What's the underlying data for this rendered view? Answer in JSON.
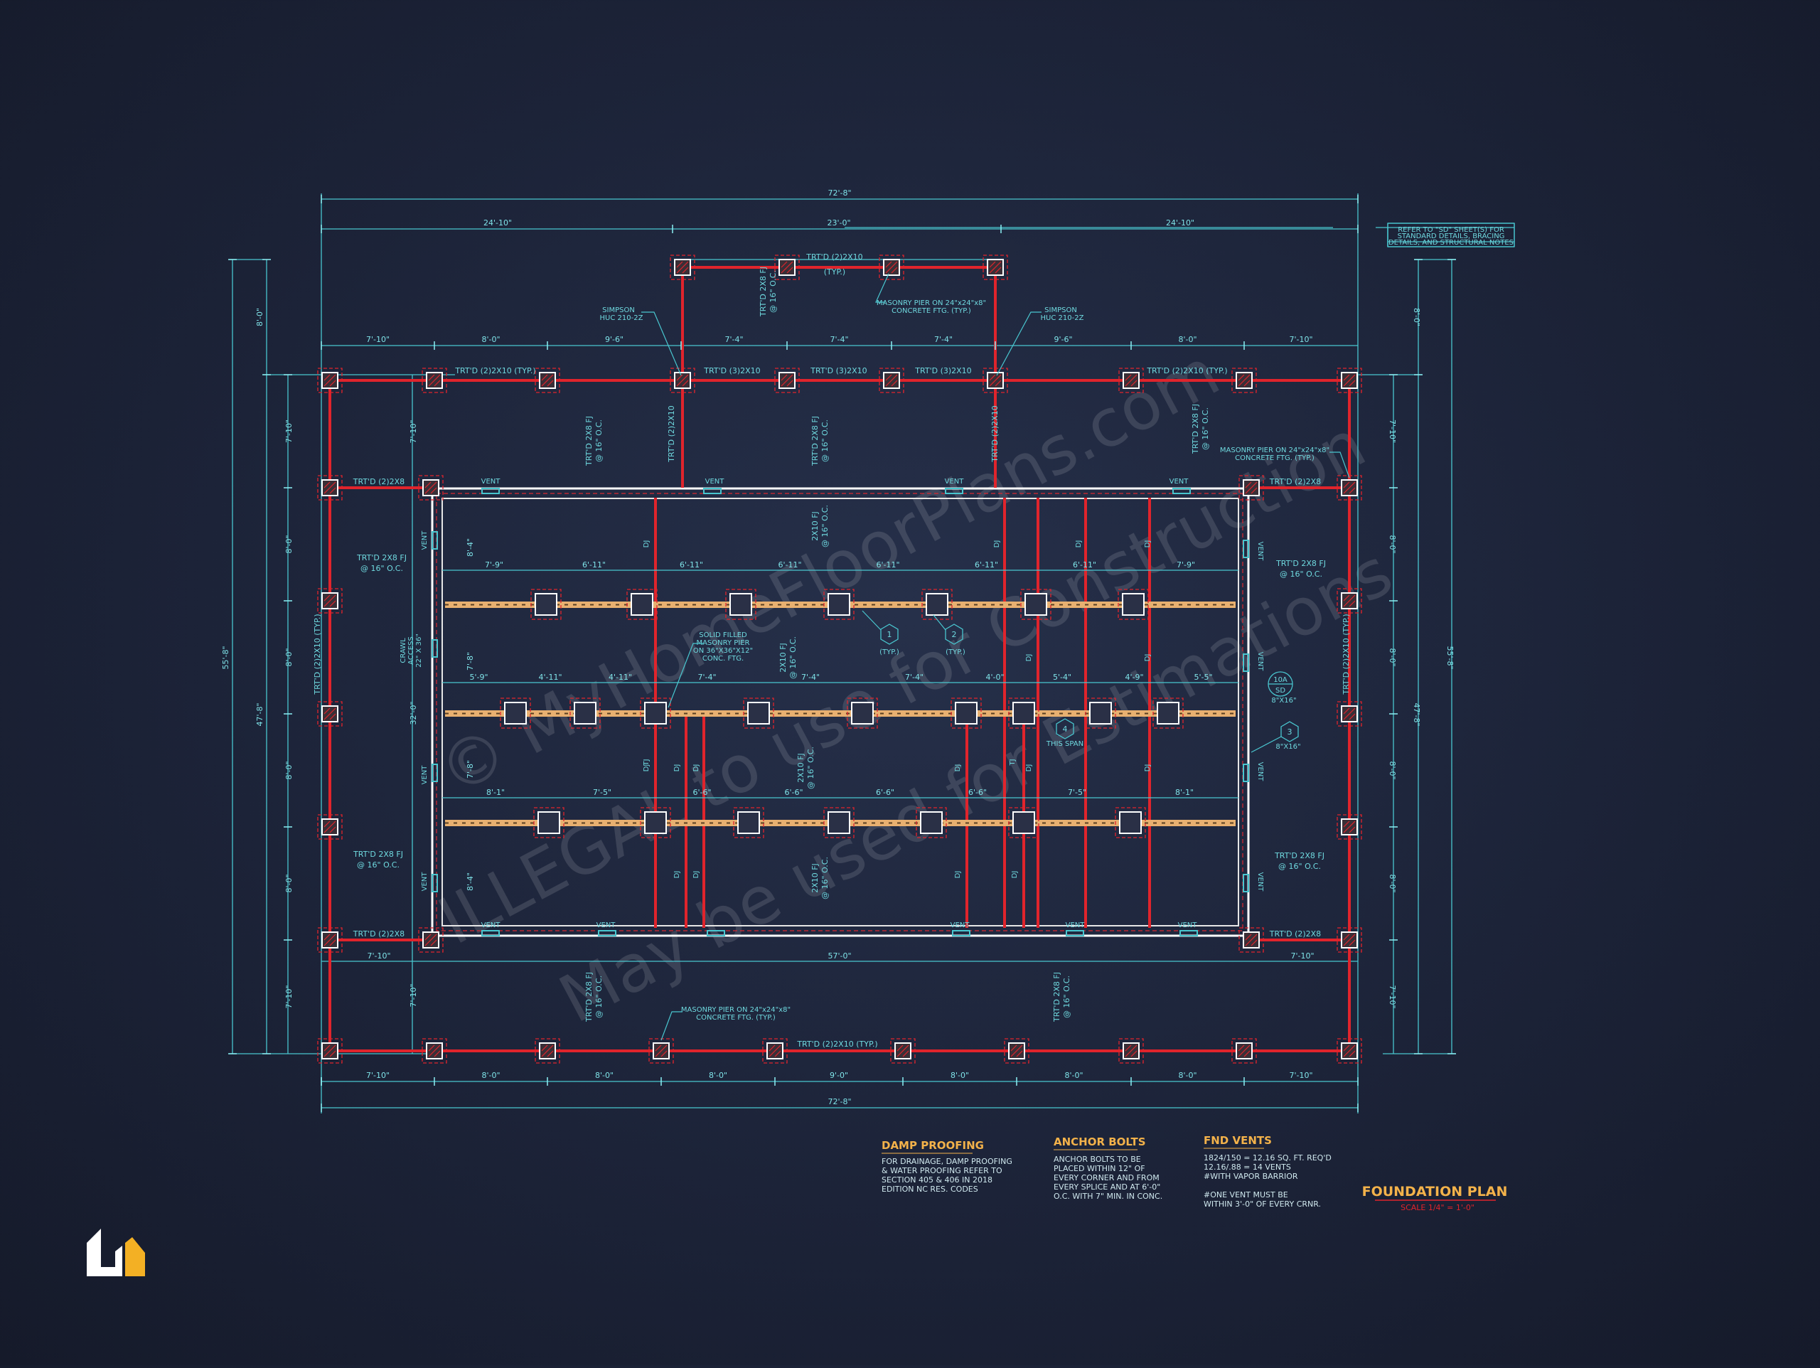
{
  "colors": {
    "background": "#1c2338",
    "dimension": "#49c6cf",
    "beam": "#e0242c",
    "girder": "#e8b070",
    "wall": "#ffffff",
    "note_heading": "#f3b24a",
    "scale_text": "#e0242c",
    "logo_left": "#ffffff",
    "logo_right": "#f3b024"
  },
  "title_block": {
    "title": "FOUNDATION PLAN",
    "scale": "SCALE 1/4\" = 1'-0\""
  },
  "sheet_ref_note": [
    "REFER TO \"SD\" SHEET(S) FOR",
    "STANDARD DETAILS, BRACING",
    "DETAILS, AND STRUCTURAL NOTES"
  ],
  "watermark": {
    "line1": "© MyHomeFloorPlans.com",
    "line2": "ILLEGAL to use for Construction",
    "line3": "May be used for Estimations"
  },
  "notes": [
    {
      "heading": "DAMP PROOFING",
      "lines": [
        "FOR DRAINAGE, DAMP PROOFING",
        "& WATER PROOFING REFER TO",
        "SECTION 405 & 406 IN 2018",
        "EDITION NC RES. CODES"
      ]
    },
    {
      "heading": "ANCHOR BOLTS",
      "lines": [
        "ANCHOR BOLTS TO BE",
        "PLACED WITHIN 12\" OF",
        "EVERY CORNER AND FROM",
        "EVERY SPLICE AND AT 6'-0\"",
        "O.C. WITH 7\" MIN. IN CONC."
      ]
    },
    {
      "heading": "FND VENTS",
      "lines": [
        "1824/150 = 12.16 SQ. FT. REQ'D",
        "12.16/.88 = 14 VENTS",
        "#WITH VAPOR BARRIOR",
        "",
        "#ONE VENT MUST BE",
        "WITHIN 3'-0\" OF EVERY CRNR."
      ]
    }
  ],
  "dims": {
    "overall_top": "72'-8\"",
    "top_segments": [
      "24'-10\"",
      "23'-0\"",
      "24'-10\""
    ],
    "row_top": [
      "7'-10\"",
      "8'-0\"",
      "9'-6\"",
      "7'-4\"",
      "7'-4\"",
      "7'-4\"",
      "9'-6\"",
      "8'-0\"",
      "7'-10\""
    ],
    "row_bottom": [
      "7'-10\"",
      "8'-0\"",
      "8'-0\"",
      "8'-0\"",
      "9'-0\"",
      "8'-0\"",
      "8'-0\"",
      "8'-0\"",
      "7'-10\""
    ],
    "overall_bottom": "72'-8\"",
    "left_overall": "55'-8\"",
    "left_sub_a": "8'-0\"",
    "left_sub_b": "47'-8\"",
    "left_segments": [
      "7'-10\"",
      "8'-0\"",
      "8'-0\"",
      "8'-0\"",
      "8'-0\"",
      "7'-10\""
    ],
    "right_overall": "55'-8\"",
    "right_sub_a": "8'-0\"",
    "right_sub_b": "47'-8\"",
    "right_segments": [
      "7'-10\"",
      "8'-0\"",
      "8'-0\"",
      "8'-0\"",
      "8'-0\"",
      "7'-10\""
    ],
    "crawl_side": [
      "7'-10\"",
      "32'-0\"",
      "7'-10\""
    ],
    "crawl_inner": [
      "8'-4\"",
      "7'-8\"",
      "7'-8\"",
      "8'-4\""
    ],
    "bottom_crawl": [
      "7'-10\"",
      "57'-0\"",
      "7'-10\""
    ],
    "girder1": [
      "7'-9\"",
      "6'-11\"",
      "6'-11\"",
      "6'-11\"",
      "6'-11\"",
      "6'-11\"",
      "6'-11\"",
      "7'-9\""
    ],
    "girder2": [
      "5'-9\"",
      "4'-11\"",
      "4'-11\"",
      "7'-4\"",
      "7'-4\"",
      "7'-4\"",
      "4'-0\"",
      "5'-4\"",
      "4'-9\"",
      "5'-5\""
    ],
    "girder3": [
      "8'-1\"",
      "7'-5\"",
      "6'-6\"",
      "6'-6\"",
      "6'-6\"",
      "6'-6\"",
      "7'-5\"",
      "8'-1\""
    ]
  },
  "labels": {
    "trtd_2_2x10": "TRT'D (2)2X10",
    "typ": "(TYP.)",
    "trtd_2_2x10_typ": "TRT'D (2)2X10 (TYP.)",
    "trtd_3_2x10": "TRT'D (3)2X10",
    "trtd_2_2x8": "TRT'D (2)2X8",
    "trtd_2x8_fj": "TRT'D 2X8 FJ",
    "at_16oc": "@ 16\" O.C.",
    "fj_2x10": "2X10 FJ",
    "simpson": "SIMPSON",
    "huc": "HUC 210-2Z",
    "masonry_pier": "MASONRY PIER ON 24\"x24\"x8\"",
    "concrete_ftg": "CONCRETE FTG. (TYP.)",
    "solid_filled": [
      "SOLID FILLED",
      "MASONRY PIER",
      "ON 36\"X36\"X12\"",
      "CONC. FTG."
    ],
    "vent": "VENT",
    "dj": "DJ",
    "tj": "TJ",
    "crawl": [
      "CRAWL",
      "ACCESS",
      "22\" X 36\""
    ],
    "this_span": "THIS SPAN",
    "size_8x16": "8\"X16\"",
    "tag_1": "1",
    "tag_2": "2",
    "tag_3": "3",
    "tag_4": "4",
    "tag_typ": "(TYP.)",
    "section_top": "10A",
    "section_bottom": "SD"
  }
}
